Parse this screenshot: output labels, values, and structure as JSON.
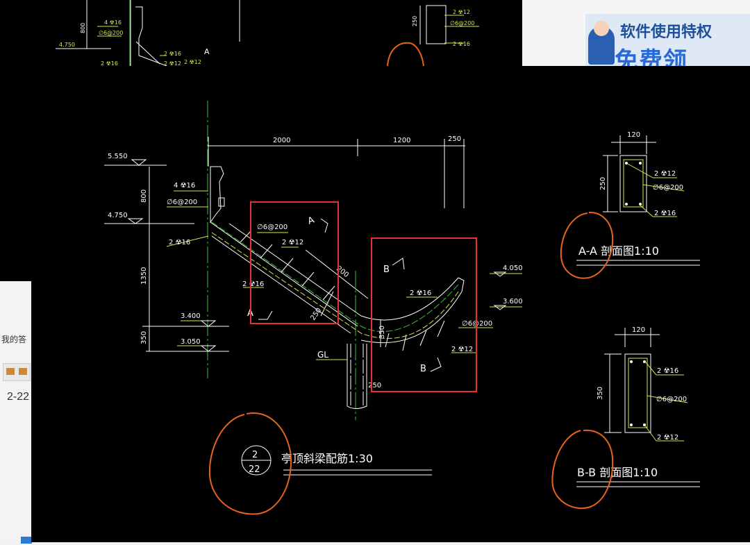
{
  "ad": {
    "headline": "软件使用特权",
    "subline": "免费领"
  },
  "answer_panel": {
    "label": "我的答",
    "value": "2-22"
  },
  "drawing": {
    "dimensions": {
      "d2000": "2000",
      "d1200": "1200",
      "d250_top": "250",
      "d800": "800",
      "d1350": "1350",
      "d350": "350",
      "d200": "200",
      "d250_diag": "250",
      "d350_diag": "350",
      "d250_col": "250"
    },
    "elevations": {
      "e5550": "5.550",
      "e4750": "4.750",
      "e3400": "3.400",
      "e3050": "3.050",
      "e4050": "4.050",
      "e3600": "3.600"
    },
    "rebar_labels": {
      "r4_16": "4 ☢16",
      "r6_200_a": "∅6@200",
      "r2_16_left": "2 ☢16",
      "r6_200_b": "∅6@200",
      "r2_12_a": "2 ☢12",
      "r2_16_mid": "2 ☢16",
      "r2_16_curve": "2 ☢16",
      "r6_200_curve": "∅6@200",
      "r2_12_curve": "2 ☢12"
    },
    "column_label": "GL",
    "section_marks": {
      "a_top": "A",
      "a_bottom": "A",
      "b_top": "B",
      "b_bottom": "B"
    },
    "detail_symbol": {
      "top": "2",
      "bottom": "22"
    },
    "main_title": "亭顶斜梁配筋1:30",
    "section_aa": {
      "title": "A-A 剖面图1:10",
      "width": "120",
      "height": "250",
      "top_bars": "2 ☢12",
      "stirrup": "∅6@200",
      "bottom_bars": "2 ☢16"
    },
    "section_bb": {
      "title": "B-B 剖面图1:10",
      "width": "120",
      "height": "350",
      "top_bars": "2 ☢16",
      "stirrup": "∅6@200",
      "bottom_bars": "2 ☢12"
    }
  },
  "top_crop": {
    "d800": "800",
    "e4750": "4.750",
    "r4_16": "4 ☢16",
    "r6_200": "∅6@200",
    "a_mark": "A",
    "d250": "250",
    "r2_12": "2 ☢12",
    "r6_200_b": "∅6@200",
    "r2_16": "2 ☢16",
    "r2_a": "2 ☢16",
    "r2_b": "2 ☢12"
  },
  "colors": {
    "cad_background": "#000000",
    "linework": "#ffffff",
    "annotation": "#d9e64a",
    "axis_green": "#3fbf3f",
    "highlight_box": "#e8322f",
    "markup_circle": "#e5641e"
  }
}
